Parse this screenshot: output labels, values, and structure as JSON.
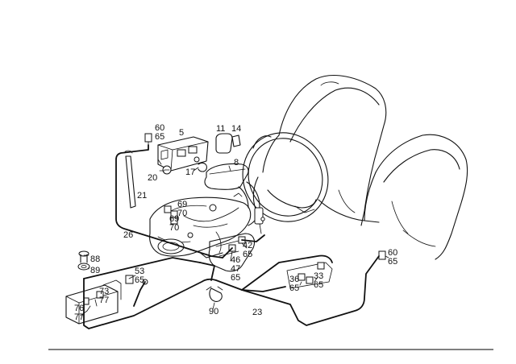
{
  "callouts": {
    "c60a": "60",
    "c65a": "65",
    "c5": "5",
    "c11": "11",
    "c14": "14",
    "c20": "20",
    "c17": "17",
    "c8": "8",
    "c21": "21",
    "c69a": "69",
    "c70a": "70",
    "c69b": "69",
    "c70b": "70",
    "c26": "26",
    "c42": "42",
    "c65b": "65",
    "c88": "88",
    "c89": "89",
    "c53": "53",
    "c65c": "65",
    "c46": "46",
    "c47": "47",
    "c65d": "65",
    "c73": "73",
    "c77a": "77",
    "c76": "76",
    "c77b": "77",
    "c90": "90",
    "c23": "23",
    "c36": "36",
    "c65e": "65",
    "c33": "33",
    "c65f": "65",
    "c60b": "60",
    "c65g": "65"
  }
}
